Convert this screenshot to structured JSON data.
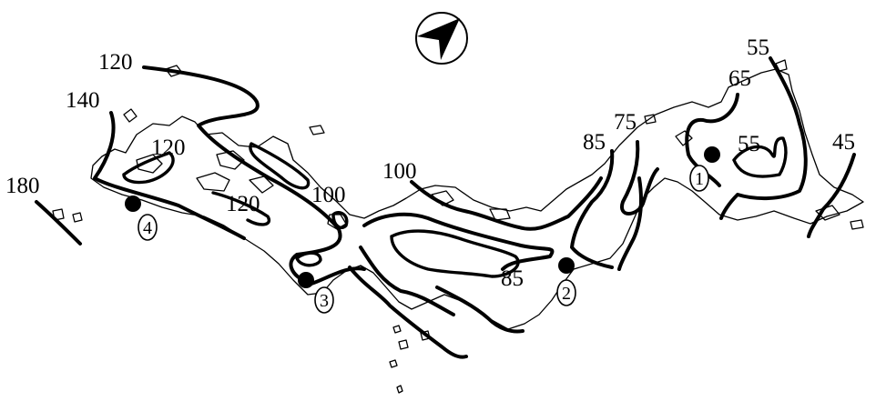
{
  "map": {
    "compass": {
      "icon": "north-arrow-icon"
    },
    "isoline_labels": [
      "120",
      "140",
      "120",
      "180",
      "120",
      "100",
      "100",
      "85",
      "85",
      "75",
      "65",
      "55",
      "55",
      "45"
    ],
    "points": [
      "1",
      "2",
      "3",
      "4"
    ]
  }
}
